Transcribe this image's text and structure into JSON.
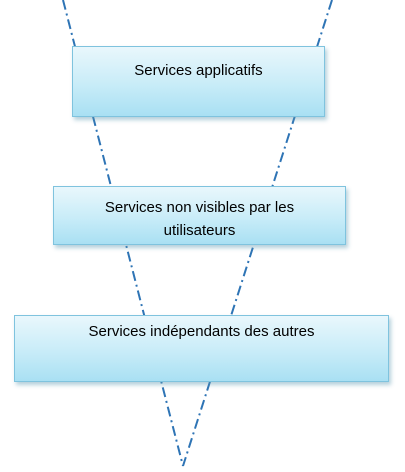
{
  "diagram": {
    "layers": [
      {
        "label": "Services applicatifs"
      },
      {
        "label": "Services non visibles par les utilisateurs"
      },
      {
        "label": "Services indépendants des autres"
      }
    ],
    "colors": {
      "box_border": "#7fc3de",
      "box_fill_top": "#e9f7fc",
      "box_fill_bottom": "#a9e0f3",
      "guide_line": "#2e74b5"
    }
  }
}
